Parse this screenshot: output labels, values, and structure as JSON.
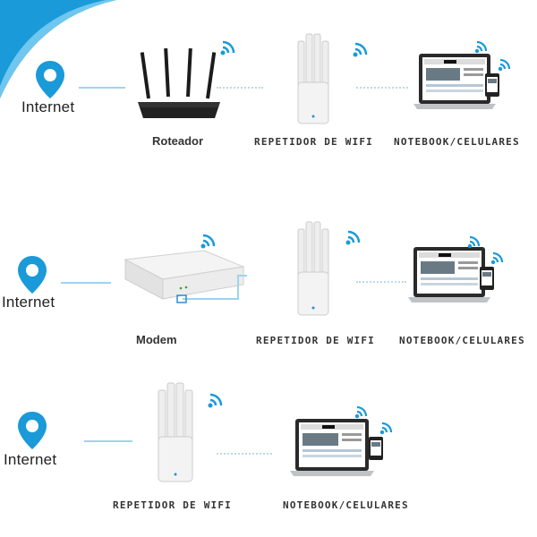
{
  "colors": {
    "accent": "#1a9ad8",
    "line": "#9fd3ee"
  },
  "rows": [
    {
      "internet_label": "Internet",
      "device1_label": "Roteador",
      "repeater_label": "REPETIDOR DE WIFI",
      "client_label": "NOTEBOOK/CELULARES"
    },
    {
      "internet_label": "Internet",
      "device1_label": "Modem",
      "repeater_label": "REPETIDOR DE WIFI",
      "client_label": "NOTEBOOK/CELULARES"
    },
    {
      "internet_label": "Internet",
      "repeater_label": "REPETIDOR DE WIFI",
      "client_label": "NOTEBOOK/CELULARES"
    }
  ],
  "icons": [
    "location-pin-icon",
    "wifi-icon",
    "router",
    "modem",
    "wifi-repeater",
    "laptop",
    "smartphone"
  ]
}
